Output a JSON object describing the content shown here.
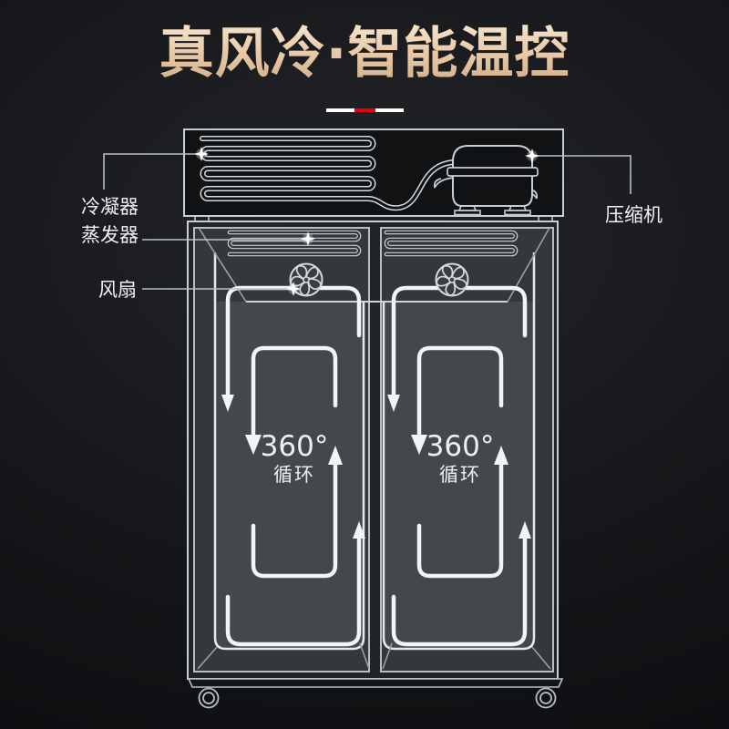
{
  "title": "真风冷·智能温控",
  "divider": {
    "segments": [
      {
        "color": "#ffffff"
      },
      {
        "color": "#e60012"
      },
      {
        "color": "#ffffff"
      }
    ]
  },
  "labels": {
    "condenser": "冷凝器",
    "evaporator": "蒸发器",
    "fan": "风扇",
    "compressor": "压缩机"
  },
  "compartments": {
    "left": {
      "degree": "360°",
      "cycle": "循环"
    },
    "right": {
      "degree": "360°",
      "cycle": "循环"
    }
  },
  "colors": {
    "title_gradient_top": "#f6e2c9",
    "title_gradient_bottom": "#d2b08a",
    "accent_red": "#e60012",
    "diagram_line": "#c9ced4",
    "flow_line": "#f2f4f6",
    "label_text": "#f0f2f4",
    "background": "#17191c"
  }
}
